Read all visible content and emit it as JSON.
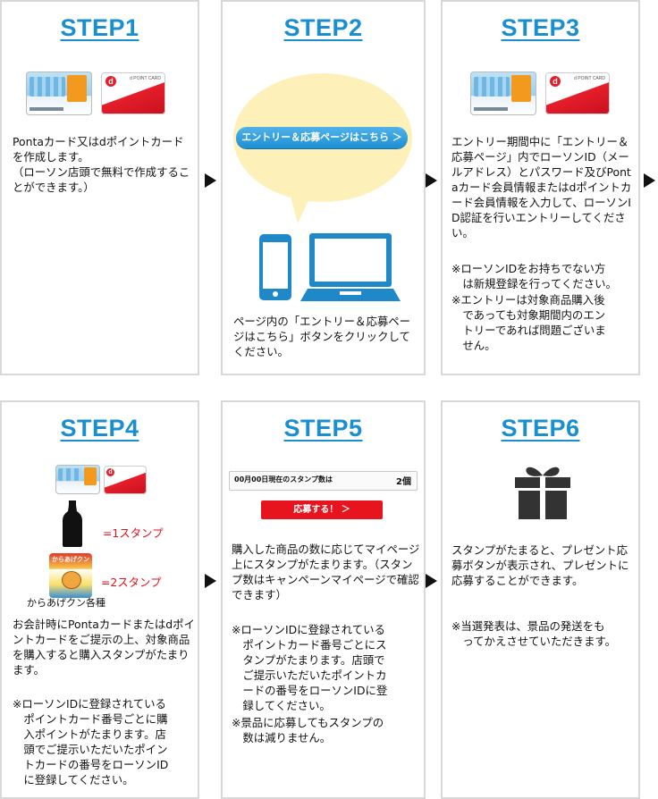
{
  "arrow_glyph": "▶",
  "steps": [
    {
      "title": "STEP1",
      "text": "Pontaカード又はdポイントカードを作成します。\n（ローソン店頭で無料で作成することができます。）"
    },
    {
      "title": "STEP2",
      "entry_button": "エントリー＆応募ページはこちら ＞",
      "text": "ページ内の「エントリー＆応募ページはこちら」ボタンをクリックしてください。"
    },
    {
      "title": "STEP3",
      "text": "エントリー期間中に「エントリー＆応募ページ」内でローソンID（メールアドレス）とパスワード及びPontaカード会員情報またはdポイントカード会員情報を入力して、ローソンID認証を行いエントリーしてください。",
      "note1": "※ローソンIDをお持ちでない方\n　は新規登録を行ってください。",
      "note2": "※エントリーは対象商品購入後\n　であっても対象期間内のエン\n　トリーであれば問題ございま\n　せん。"
    },
    {
      "title": "STEP4",
      "stamp1": "=1スタンプ",
      "stamp2": "=2スタンプ",
      "product_caption": "からあげクン各種",
      "karaage_label": "からあげクン",
      "text": "お会計時にPontaカードまたはdポイントカードをご提示の上、対象商品を購入すると購入スタンプがたまります。",
      "note": "※ローソンIDに登録されている\n　ポイントカード番号ごとに購\n　入ポイントがたまります。店\n　頭でご提示いただいたポイン\n　トカードの番号をローソンID\n　に登録してください。"
    },
    {
      "title": "STEP5",
      "stamp_count_label": "00月00日現在のスタンプ数は",
      "stamp_count_value": "2個",
      "apply_button": "応募する！ ＞",
      "text": "購入した商品の数に応じてマイページ上にスタンプがたまります。（スタンプ数はキャンペーンマイページで確認できます）",
      "note1": "※ローソンIDに登録されている\n　ポイントカード番号ごとにス\n　タンプがたまります。店頭で\n　ご提示いただいたポイントカ\n　ードの番号をローソンIDに登\n　録してください。",
      "note2": "※景品に応募してもスタンプの\n　数は減りません。"
    },
    {
      "title": "STEP6",
      "text": "スタンプがたまると、プレゼント応募ボタンが表示され、プレゼントに応募することができます。",
      "note": "※当選発表は、景品の発送をも\n　ってかえさせていただきます。"
    }
  ],
  "colors": {
    "title_blue": "#1a8fd0",
    "device_blue": "#1e88c8",
    "bubble": "#fdf0b9",
    "stamp_red": "#e0141f"
  }
}
